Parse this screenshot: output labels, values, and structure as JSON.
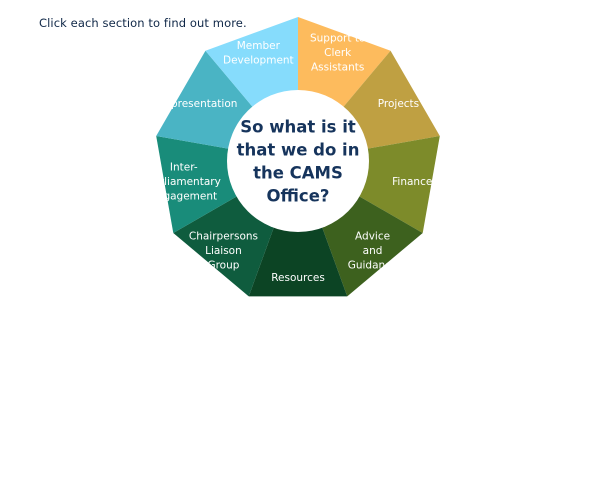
{
  "instruction": "Click each section to find out more.",
  "center": {
    "lines": [
      "So what is it",
      "that we do in",
      "the CAMS",
      "Office?"
    ]
  },
  "segments": [
    {
      "name": "support-to-clerk-assistants",
      "lines": [
        "Support to",
        "Clerk",
        "Assistants"
      ],
      "color": "#fdbb5d"
    },
    {
      "name": "projects",
      "lines": [
        "Projects"
      ],
      "color": "#bfa042"
    },
    {
      "name": "finance",
      "lines": [
        "Finance"
      ],
      "color": "#7d8b2a"
    },
    {
      "name": "advice-and-guidance",
      "lines": [
        "Advice",
        "and",
        "Guidance"
      ],
      "color": "#3d611e"
    },
    {
      "name": "resources",
      "lines": [
        "Resources"
      ],
      "color": "#0c4424"
    },
    {
      "name": "chairpersons-liaison-group",
      "lines": [
        "Chairpersons",
        "Liaison",
        "Group"
      ],
      "color": "#0f5c3e"
    },
    {
      "name": "inter-parliamentary-engagement",
      "lines": [
        "Inter-",
        "parliamentary",
        "engagement"
      ],
      "color": "#198c7a"
    },
    {
      "name": "representation",
      "lines": [
        "Representation"
      ],
      "color": "#4ab4c4"
    },
    {
      "name": "member-development",
      "lines": [
        "Member",
        "Development"
      ],
      "color": "#86dcfc"
    }
  ]
}
